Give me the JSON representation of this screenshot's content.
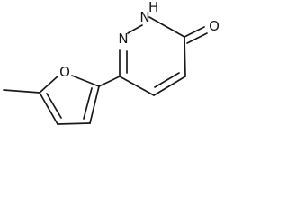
{
  "molecule": {
    "atoms": {
      "oxygen_carbonyl": "O",
      "nitrogen_h": "N",
      "hydrogen_n": "H",
      "nitrogen": "N",
      "oxygen_furan": "O"
    }
  }
}
